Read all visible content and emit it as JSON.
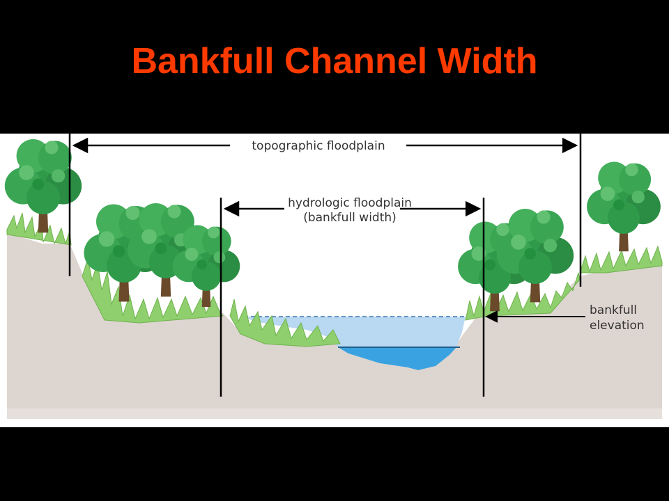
{
  "slide": {
    "title": "Bankfull Channel Width"
  },
  "diagram": {
    "labels": {
      "topographic_floodplain": "topographic floodplain",
      "hydrologic_floodplain_line1": "hydrologic floodplain",
      "hydrologic_floodplain_line2": "(bankfull width)",
      "bankfull_elevation_line1": "bankfull",
      "bankfull_elevation_line2": "elevation"
    },
    "colors": {
      "title": "#ff3a00",
      "background": "#000000",
      "panel": "#ffffff",
      "soil": "#ddd5d0",
      "floodplain_water": "#b9d8f2",
      "channel_water": "#3aa2e0",
      "grass": "#8fcf6e",
      "tree_foliage": "#2f9a4a",
      "tree_trunk": "#6b4a2b"
    },
    "icons": [
      "tree-icon",
      "grass-icon",
      "arrow-icon"
    ]
  }
}
